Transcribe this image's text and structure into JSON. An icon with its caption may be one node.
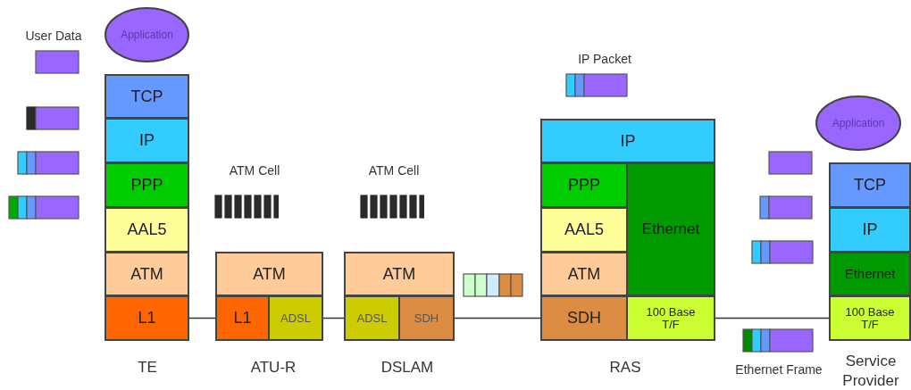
{
  "diagram": {
    "nodes": [
      {
        "text": [
          "Application"
        ]
      },
      {
        "text": [
          "TCP"
        ]
      },
      {
        "text": [
          "IP"
        ]
      },
      {
        "text": [
          "PPP"
        ]
      },
      {
        "text": [
          "AAL5"
        ]
      },
      {
        "text": [
          "ATM"
        ]
      },
      {
        "text": [
          "L1"
        ]
      },
      {
        "text": [
          "ATM"
        ]
      },
      {
        "text": [
          "L1"
        ]
      },
      {
        "text": [
          "ADSL"
        ]
      },
      {
        "text": [
          "ATM"
        ]
      },
      {
        "text": [
          "ADSL"
        ]
      },
      {
        "text": [
          "SDH"
        ]
      },
      {
        "text": [
          "IP"
        ]
      },
      {
        "text": [
          "PPP"
        ]
      },
      {
        "text": [
          "AAL5"
        ]
      },
      {
        "text": [
          "ATM"
        ]
      },
      {
        "text": [
          "SDH"
        ]
      },
      {
        "text": [
          "Ethernet"
        ]
      },
      {
        "text": [
          "100 Base T/F"
        ]
      },
      {
        "text": [
          "Application"
        ]
      },
      {
        "text": [
          "TCP"
        ]
      },
      {
        "text": [
          "IP"
        ]
      },
      {
        "text": [
          "Ethernet"
        ]
      },
      {
        "text": [
          "100 Base T/F"
        ]
      }
    ],
    "edges": [
      {
        "from": 6,
        "to": 8,
        "arrow": "none"
      },
      {
        "from": 9,
        "to": 11,
        "arrow": "none"
      },
      {
        "from": 12,
        "to": 17,
        "arrow": "none"
      },
      {
        "from": 19,
        "to": 24,
        "arrow": "none"
      }
    ],
    "labels": [
      "User Data",
      "IP Packet",
      "ATM Cell",
      "ATM Cell",
      "TE",
      "ATU-R",
      "DSLAM",
      "RAS",
      "Ethernet Frame",
      "Service Provider"
    ]
  }
}
